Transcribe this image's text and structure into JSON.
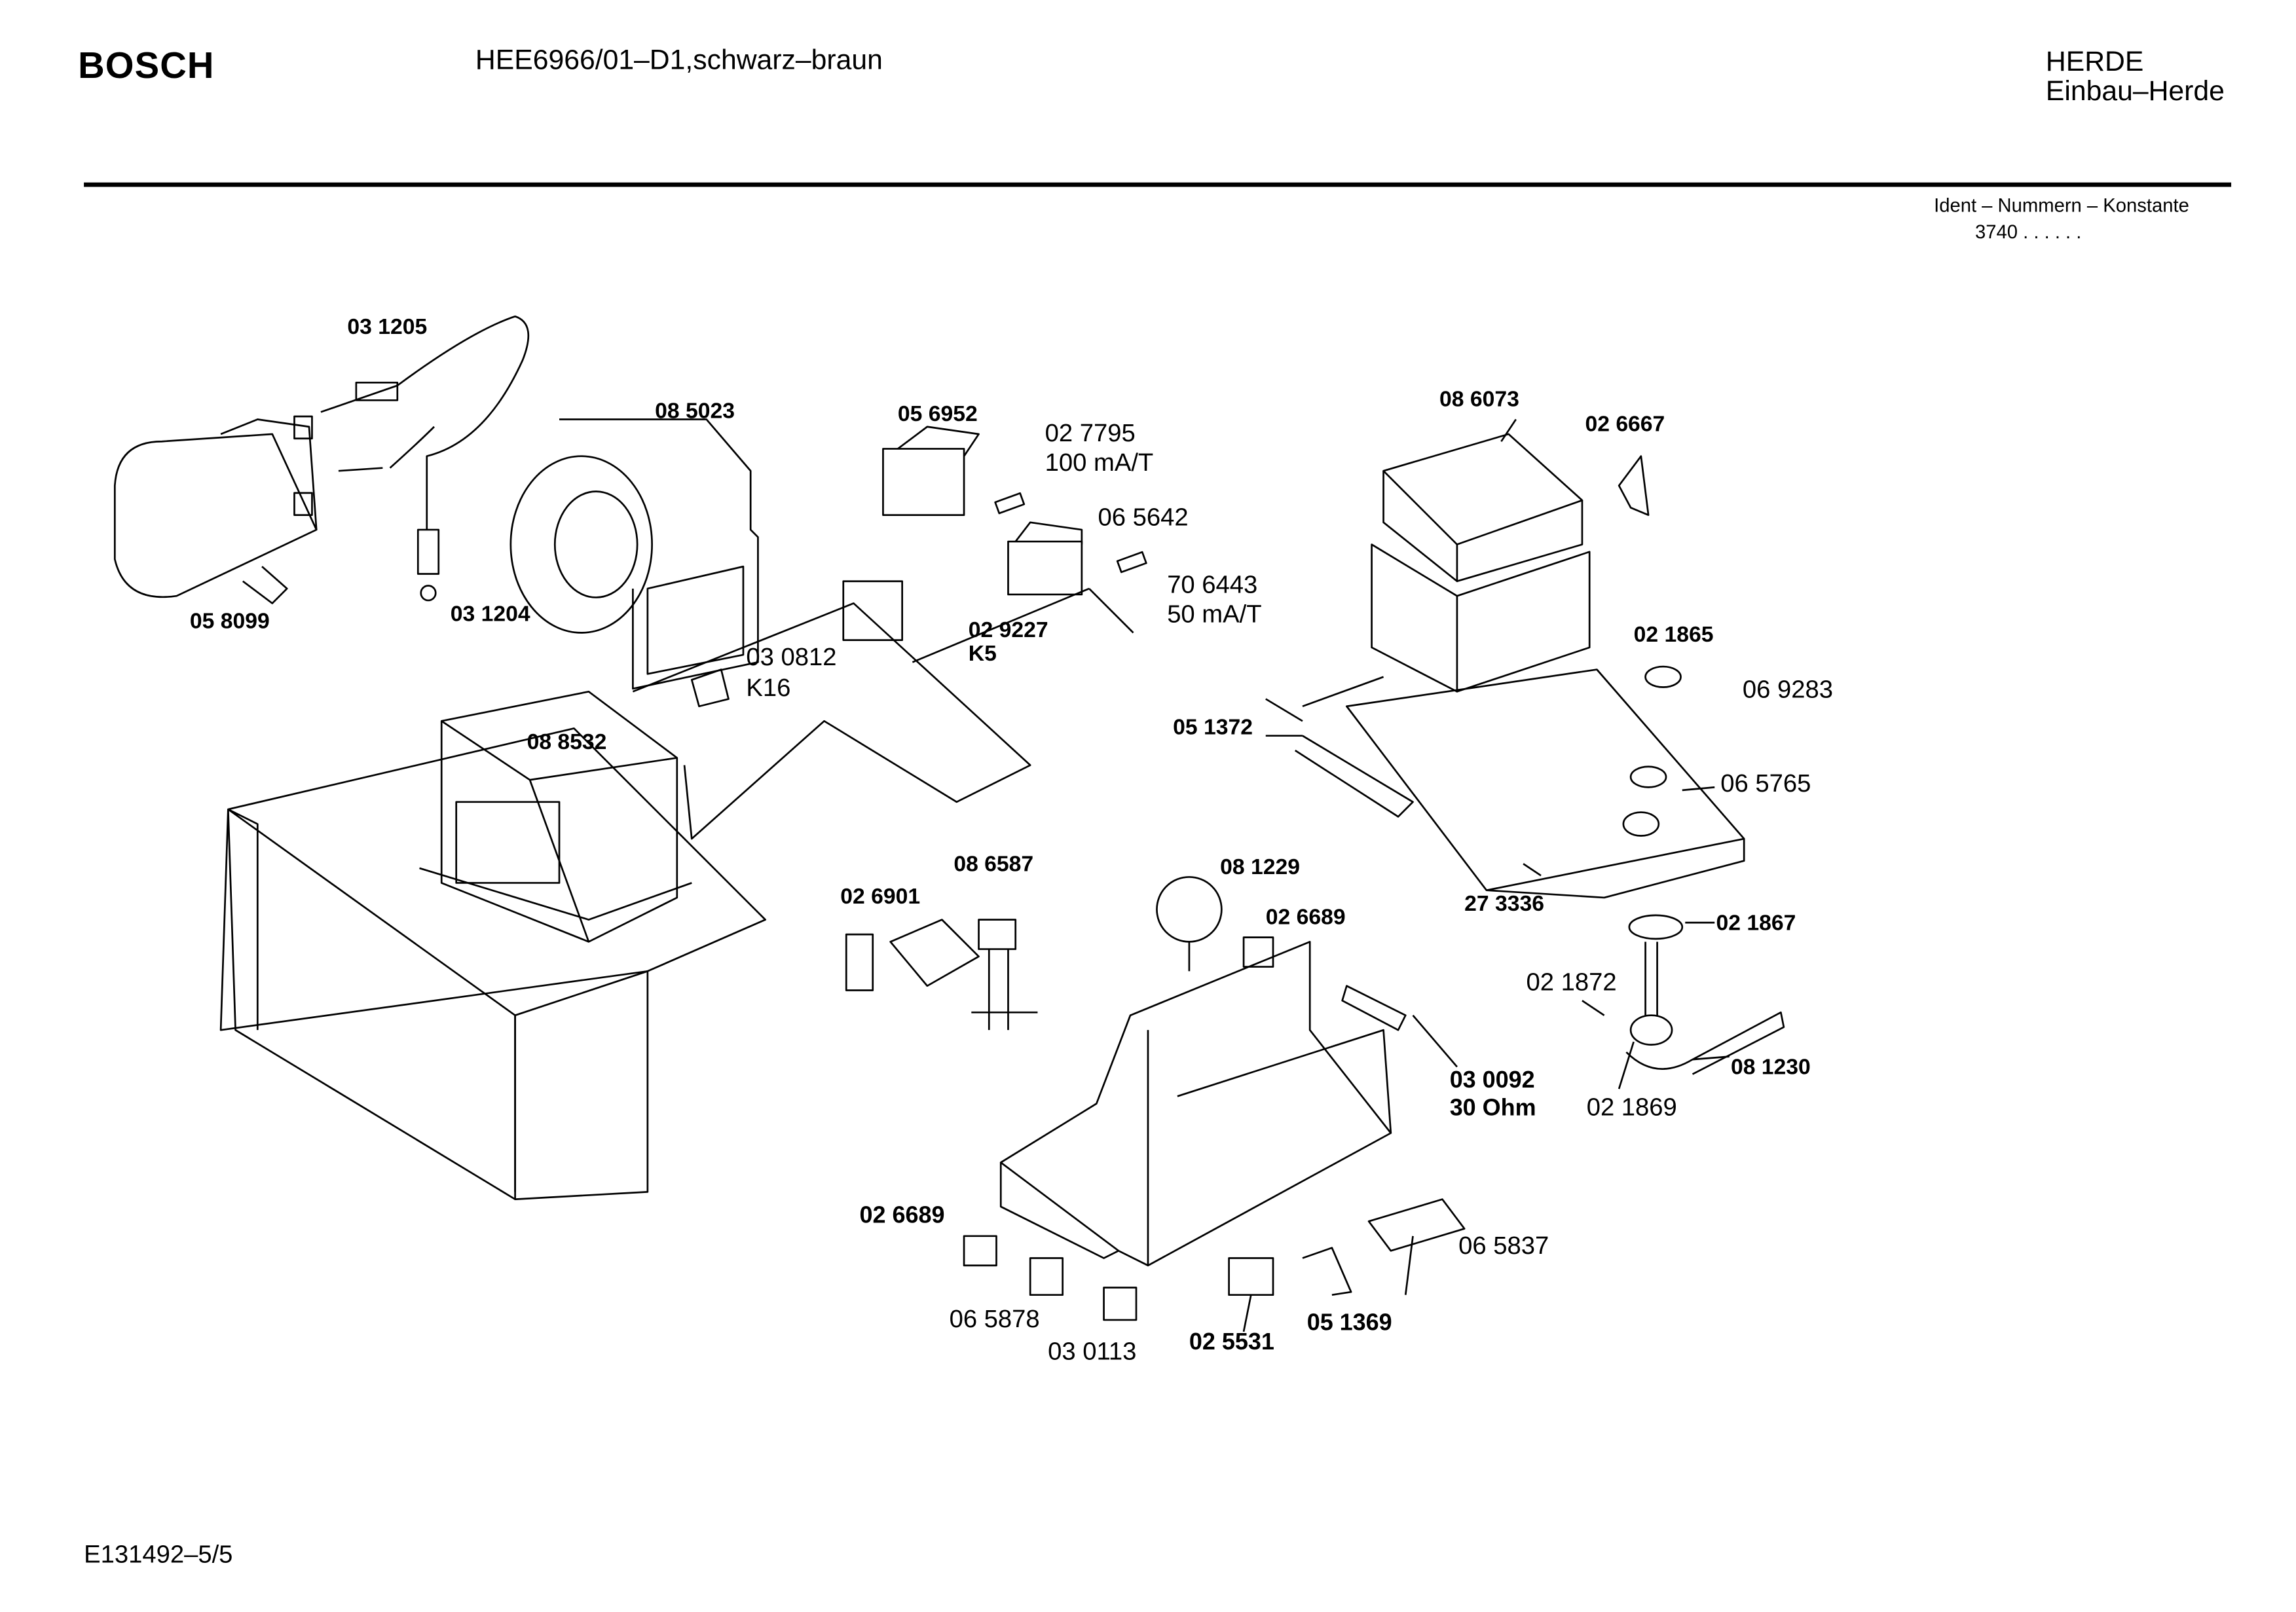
{
  "header": {
    "brand": "BOSCH",
    "model": "HEE6966/01–D1,schwarz–braun",
    "category": "HERDE",
    "subcategory": "Einbau–Herde",
    "ident_label": "Ident – Nummern – Konstante",
    "ident_value": "3740 . .   . . . ."
  },
  "parts": [
    {
      "id": "p1",
      "lines": [
        "03 1205"
      ]
    },
    {
      "id": "p2",
      "lines": [
        "08 5023"
      ]
    },
    {
      "id": "p3",
      "lines": [
        "05 6952"
      ]
    },
    {
      "id": "p4",
      "lines": [
        "02 7795",
        "100 mA/T"
      ]
    },
    {
      "id": "p5",
      "lines": [
        "06 5642"
      ]
    },
    {
      "id": "p6",
      "lines": [
        "70 6443",
        "50 mA/T"
      ]
    },
    {
      "id": "p7",
      "lines": [
        "02 9227",
        "K5"
      ]
    },
    {
      "id": "p8",
      "lines": [
        "03 0812",
        "K16"
      ]
    },
    {
      "id": "p9",
      "lines": [
        "05 8099"
      ]
    },
    {
      "id": "p10",
      "lines": [
        "03 1204"
      ]
    },
    {
      "id": "p11",
      "lines": [
        "08 8532"
      ]
    },
    {
      "id": "p12",
      "lines": [
        "08 6073"
      ]
    },
    {
      "id": "p13",
      "lines": [
        "02 6667"
      ]
    },
    {
      "id": "p14",
      "lines": [
        "02 1865"
      ]
    },
    {
      "id": "p15",
      "lines": [
        "06 9283"
      ]
    },
    {
      "id": "p16",
      "lines": [
        "05 1372"
      ]
    },
    {
      "id": "p17",
      "lines": [
        "06 5765"
      ]
    },
    {
      "id": "p18",
      "lines": [
        "27 3336"
      ]
    },
    {
      "id": "p19",
      "lines": [
        "02 1867"
      ]
    },
    {
      "id": "p20",
      "lines": [
        "02 1872"
      ]
    },
    {
      "id": "p21",
      "lines": [
        "08 1230"
      ]
    },
    {
      "id": "p22",
      "lines": [
        "02 1869"
      ]
    },
    {
      "id": "p23",
      "lines": [
        "08 6587"
      ]
    },
    {
      "id": "p24",
      "lines": [
        "08 1229"
      ]
    },
    {
      "id": "p25",
      "lines": [
        "02 6901"
      ]
    },
    {
      "id": "p26",
      "lines": [
        "02 6689"
      ]
    },
    {
      "id": "p27",
      "lines": [
        "03 0092",
        "30 Ohm"
      ]
    },
    {
      "id": "p28",
      "lines": [
        "02 6689"
      ]
    },
    {
      "id": "p29",
      "lines": [
        "06 5837"
      ]
    },
    {
      "id": "p30",
      "lines": [
        "06 5878"
      ]
    },
    {
      "id": "p31",
      "lines": [
        "05 1369"
      ]
    },
    {
      "id": "p32",
      "lines": [
        "03 0113"
      ]
    },
    {
      "id": "p33",
      "lines": [
        "02 5531"
      ]
    }
  ],
  "footer": {
    "drawing_id": "E131492–5/5"
  }
}
